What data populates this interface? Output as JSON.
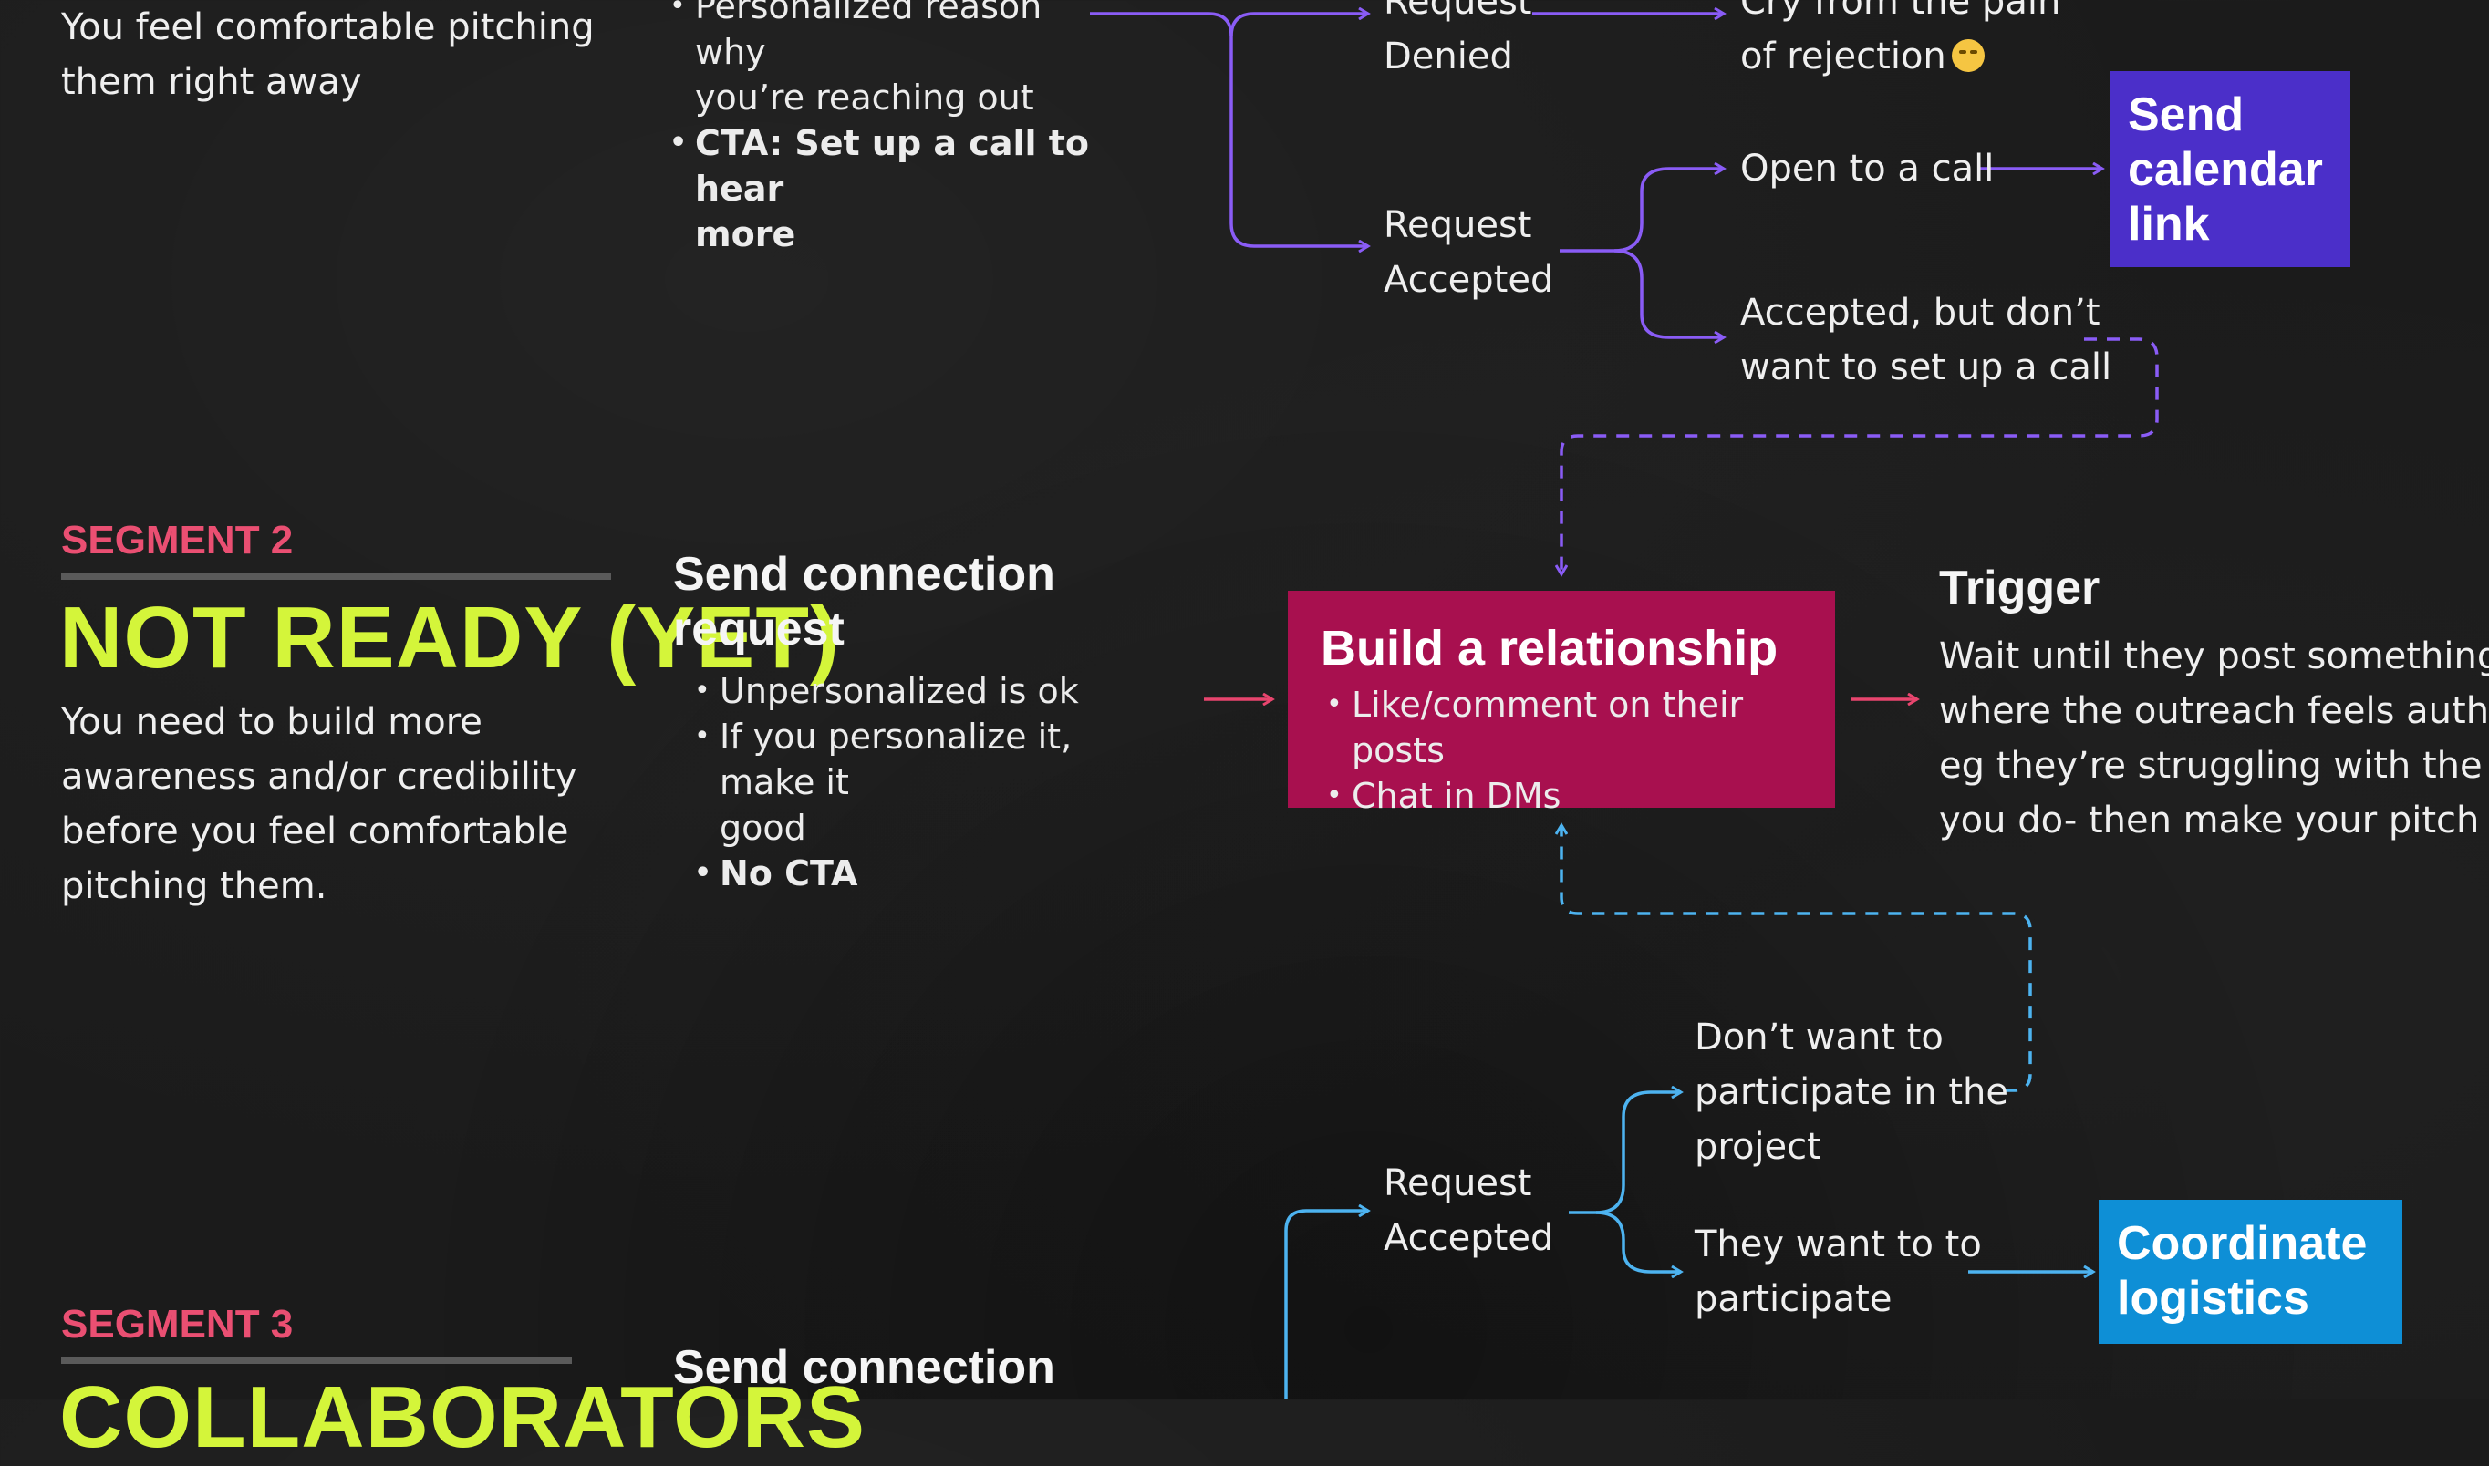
{
  "segment1": {
    "description_lines": [
      "You feel comfortable pitching",
      "them right away"
    ],
    "bullets": [
      {
        "text_lines": [
          "Personalized reason why",
          "you’re reaching out"
        ],
        "bold": false
      },
      {
        "text_lines": [
          "CTA: Set up a call to hear",
          "more"
        ],
        "bold": true
      }
    ],
    "denied_label_lines": [
      "Request",
      "Denied"
    ],
    "denied_outcome_lines": [
      "Cry from the pain",
      "of rejection"
    ],
    "accepted_label_lines": [
      "Request",
      "Accepted"
    ],
    "open_call": "Open to a call",
    "no_call_lines": [
      "Accepted, but don’t",
      "want to set up a call"
    ],
    "calendar_box_lines": [
      "Send",
      "calendar",
      "link"
    ]
  },
  "segment2": {
    "label": "SEGMENT 2",
    "title": "NOT READY (YET)",
    "description_lines": [
      "You need to build more",
      "awareness and/or credibility",
      "before you feel comfortable",
      "pitching them."
    ],
    "heading_lines": [
      "Send connection",
      "request"
    ],
    "bullets": [
      {
        "text_lines": [
          "Unpersonalized is ok"
        ],
        "bold": false
      },
      {
        "text_lines": [
          "If you personalize it, make it",
          "good"
        ],
        "bold": false
      },
      {
        "text_lines": [
          "No CTA"
        ],
        "bold": true
      }
    ],
    "relationship_box": {
      "title": "Build a relationship",
      "items": [
        "Like/comment on their posts",
        "Chat in DMs"
      ]
    },
    "trigger": {
      "title": "Trigger",
      "lines": [
        "Wait until they post something",
        "where the outreach feels authentic,",
        "eg they’re struggling with the thing",
        "you do- then make your pitch"
      ]
    },
    "accepted_label_lines": [
      "Request",
      "Accepted"
    ],
    "decline_lines": [
      "Don’t want to",
      "participate in the",
      "project"
    ],
    "participate_lines": [
      "They want to to",
      "participate"
    ],
    "logistics_box_lines": [
      "Coordinate",
      "logistics"
    ]
  },
  "segment3": {
    "label": "SEGMENT 3",
    "title": "COLLABORATORS",
    "heading": "Send connection"
  },
  "colors": {
    "purple": "#8a5cf6",
    "pink": "#e8456e",
    "blue": "#4db3f0",
    "lime": "#d4f53a",
    "calendar_box": "#4b2fc9",
    "relationship_box": "#a8104f",
    "logistics_box": "#0e8fd6"
  }
}
